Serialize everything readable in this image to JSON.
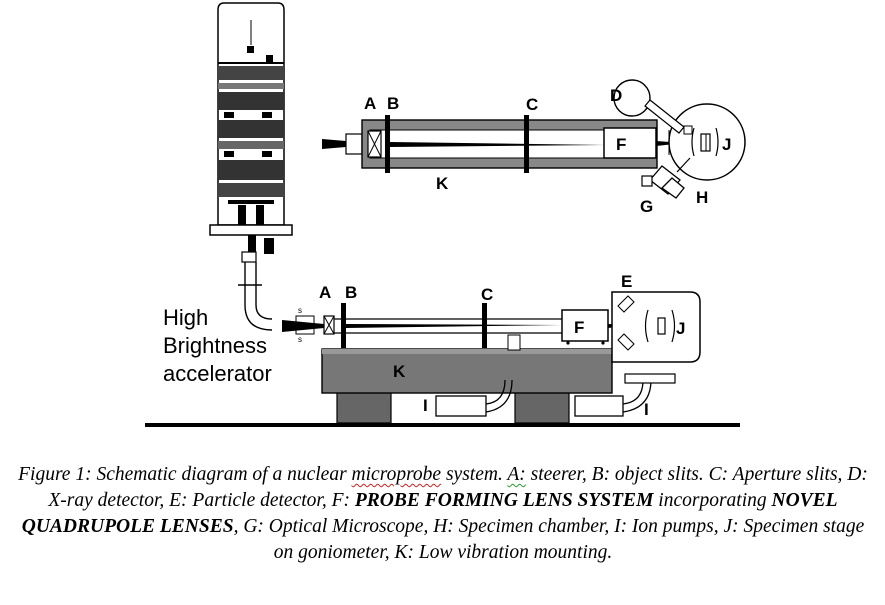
{
  "diagram": {
    "top_view_labels": {
      "A": "A",
      "B": "B",
      "C": "C",
      "D": "D",
      "F": "F",
      "J": "J",
      "K": "K",
      "G": "G",
      "H": "H"
    },
    "side_view_labels": {
      "A": "A",
      "B": "B",
      "C": "C",
      "E": "E",
      "F": "F",
      "J": "J",
      "K": "K",
      "I_left": "I",
      "I_right": "I"
    },
    "accelerator_label": [
      "High",
      "Brightness",
      "accelerator"
    ]
  },
  "caption": {
    "p1": "Figure 1: Schematic diagram of a nuclear ",
    "p2": "microprobe",
    "p3": " system. ",
    "p4": "A:",
    "p5": " steerer, B: object slits. C: Aperture slits, D: X-ray detector, E: Particle detector, F: ",
    "p6": "PROBE FORMING LENS SYSTEM",
    "p7": " incorporating ",
    "p8": "NOVEL QUADRUPOLE LENSES",
    "p9": ", G: Optical Microscope, H: Specimen chamber, I: Ion pumps, J: Specimen stage on goniometer, K: Low vibration mounting."
  }
}
